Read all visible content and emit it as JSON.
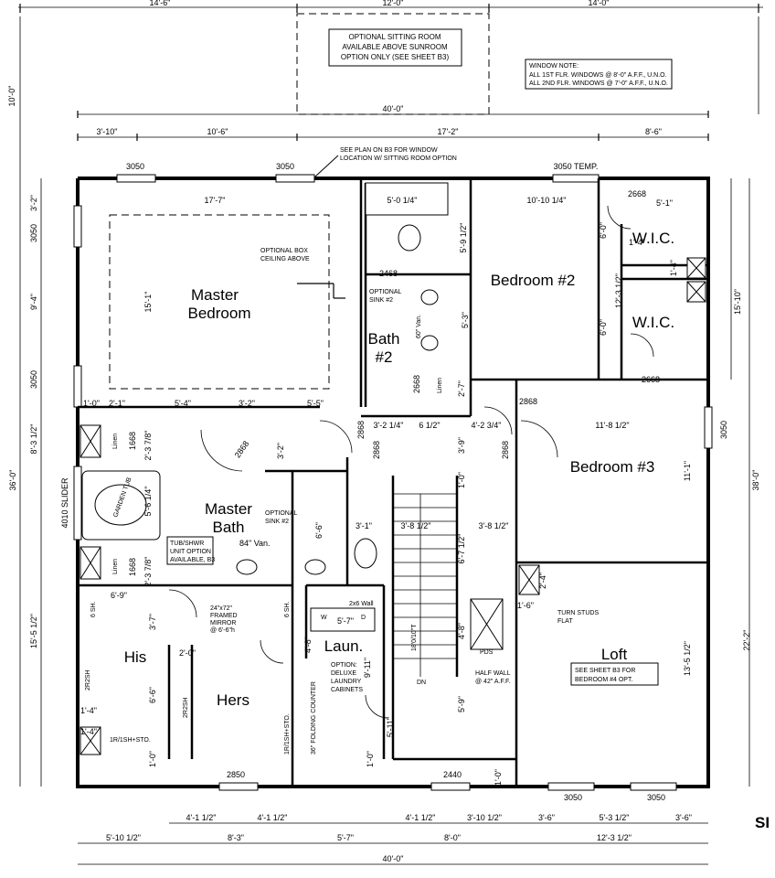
{
  "notes": {
    "sitting_room": [
      "OPTIONAL SITTING ROOM",
      "AVAILABLE ABOVE SUNROOM",
      "OPTION ONLY (SEE SHEET B3)"
    ],
    "window_note": [
      "WINDOW NOTE:",
      "ALL 1ST FLR. WINDOWS @ 8'-0\" A.F.F., U.N.O.",
      "ALL 2ND FLR. WINDOWS @ 7'-0\" A.F.F., U.N.O."
    ],
    "window_location": [
      "SEE PLAN ON B3 FOR WINDOW",
      "LOCATION W/ SITTING ROOM OPTION"
    ],
    "box_ceiling": [
      "OPTIONAL BOX",
      "CEILING ABOVE"
    ],
    "tub_shwr": [
      "TUB/SHWR",
      "UNIT OPTION",
      "AVAILABLE, B3"
    ],
    "mirror": [
      "24\"x72\"",
      "FRAMED",
      "MIRROR",
      "@ 6'-6\"h"
    ],
    "laundry_option": [
      "OPTION:",
      "DELUXE",
      "LAUNDRY",
      "CABINETS"
    ],
    "turn_studs": [
      "TURN STUDS",
      "FLAT"
    ],
    "half_wall": [
      "HALF WALL",
      "@ 42\" A.F.F."
    ],
    "loft_note": [
      "SEE SHEET B3 FOR",
      "BEDROOM #4 OPT."
    ],
    "sink_bath2": [
      "OPTIONAL",
      "SINK #2"
    ],
    "sink_master": [
      "OPTIONAL",
      "SINK #2"
    ]
  },
  "rooms": {
    "master_bedroom": [
      "Master",
      "Bedroom"
    ],
    "bedroom2": "Bedroom #2",
    "wic_upper": "W.I.C.",
    "wic_lower": "W.I.C.",
    "bath2": [
      "Bath",
      "#2"
    ],
    "bedroom3": "Bedroom #3",
    "master_bath": [
      "Master",
      "Bath"
    ],
    "his": "His",
    "hers": "Hers",
    "laundry": "Laun.",
    "loft": "Loft"
  },
  "labels": {
    "garden_tub": "GARDEN TUB",
    "linen": "Linen",
    "van_84": "84\" Van.",
    "van_60": "60\" Van.",
    "pds": "PDS",
    "dn": "DN",
    "washer": "W",
    "dryer": "D",
    "wall_2x6": "2x6 Wall",
    "six_sh": "6 SH.",
    "two_r2sh": "2R2SH",
    "one_r1sh": "1R/1SH+STO.",
    "folding_counter": "36\" FOLDING COUNTER",
    "stair_len": "18'0/10\"T",
    "sheet_prefix": "SI"
  },
  "top_dims": {
    "overall_row1": [
      "14'-6\"",
      "12'-0\"",
      "14'-0\""
    ],
    "sunroom_depth": "10'-0\"",
    "sunroom_width": "40'-0\"",
    "row2": [
      "3'-10\"",
      "10'-6\"",
      "17'-2\"",
      "8'-6\""
    ],
    "windows": [
      "3050",
      "3050",
      "3050 TEMP."
    ]
  },
  "interior_dims": [
    "17'-7\"",
    "15'-1\"",
    "5'-0 1/4\"",
    "10'-10 1/4\"",
    "5'-1\"",
    "5'-9 1/2\"",
    "12'-3 1/2\"",
    "6'-0\"",
    "6'-0\"",
    "5'-3\"",
    "2468",
    "2668",
    "2668",
    "2668",
    "2868",
    "2868",
    "2868",
    "2868",
    "2868",
    "1'-0\"",
    "2'-1\"",
    "5'-4\"",
    "3'-2\"",
    "5'-5\"",
    "3'-2\"",
    "3'-2 1/4\"",
    "6 1/2\"",
    "4'-2 3/4\"",
    "11'-8 1/2\"",
    "2'-7\"",
    "3'-9\"",
    "11'-1\"",
    "1'-0\"",
    "3'-8 1/2\"",
    "3'-8 1/2\"",
    "3'-1\"",
    "6'-6\"",
    "6'-7 1/2\"",
    "5'-6 1/4\"",
    "2'-3 7/8\"",
    "2'-3 7/8\"",
    "1668",
    "1668",
    "6'-9\"",
    "3'-7\"",
    "2'-0\"",
    "6'-6\"",
    "5'-7\"",
    "4'-8\"",
    "9'-11\"",
    "5'-11\"",
    "5'-9\"",
    "4'-8\"",
    "2'-4\"",
    "1'-6\"",
    "13'-5 1/2\"",
    "22'-2\"",
    "1'-4\"",
    "1'-4\"",
    "1'-0\"",
    "1'-0\"",
    "1'-0\"",
    "1'-4\"",
    "1'-4\""
  ],
  "left_dims": [
    "10'-0\"",
    "3'-2\"",
    "3050",
    "9'-4\"",
    "3050",
    "8'-3 1/2\"",
    "36'-0\"",
    "4010 SLIDER",
    "15'-5 1/2\""
  ],
  "right_dims": [
    "15'-10\"",
    "3050",
    "38'-0\""
  ],
  "bottom_windows": [
    "2850",
    "2440",
    "3050",
    "3050"
  ],
  "bottom_dims_row1": [
    "4'-1 1/2\"",
    "4'-1 1/2\"",
    "4'-1 1/2\"",
    "3'-10 1/2\"",
    "3'-6\"",
    "5'-3 1/2\"",
    "3'-6\""
  ],
  "bottom_dims_row2": [
    "5'-10 1/2\"",
    "8'-3\"",
    "5'-7\"",
    "8'-0\"",
    "12'-3 1/2\""
  ],
  "bottom_overall": "40'-0\""
}
